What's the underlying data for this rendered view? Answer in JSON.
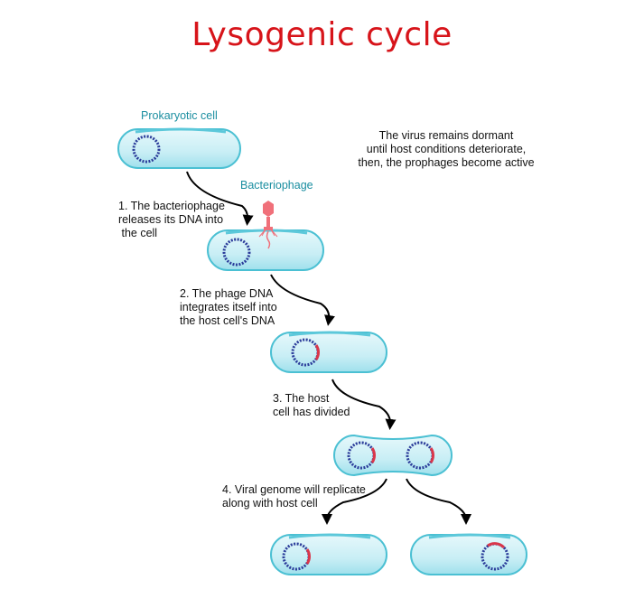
{
  "title": "Lysogenic cycle",
  "labels": {
    "prokaryotic_cell": "Prokaryotic cell",
    "bacteriophage": "Bacteriophage"
  },
  "info_note": [
    "The virus remains dormant",
    "until host conditions deteriorate,",
    "then, the prophages become active"
  ],
  "steps": [
    {
      "lines": [
        "1. The bacteriophage",
        "releases its DNA into",
        " the cell"
      ]
    },
    {
      "lines": [
        "2. The phage DNA",
        "integrates itself into",
        "the host cell's DNA"
      ]
    },
    {
      "lines": [
        "3. The host",
        "cell has divided"
      ]
    },
    {
      "lines": [
        "4. Viral genome will replicate",
        "along with host cell"
      ]
    }
  ],
  "colors": {
    "title": "#d7141a",
    "label": "#1a8ea0",
    "cell_fill": "#c9eef5",
    "cell_edge": "#4bc0d3",
    "dna_blue": "#2b3c9a",
    "dna_red": "#d9364a",
    "phage": "#f0707a"
  }
}
